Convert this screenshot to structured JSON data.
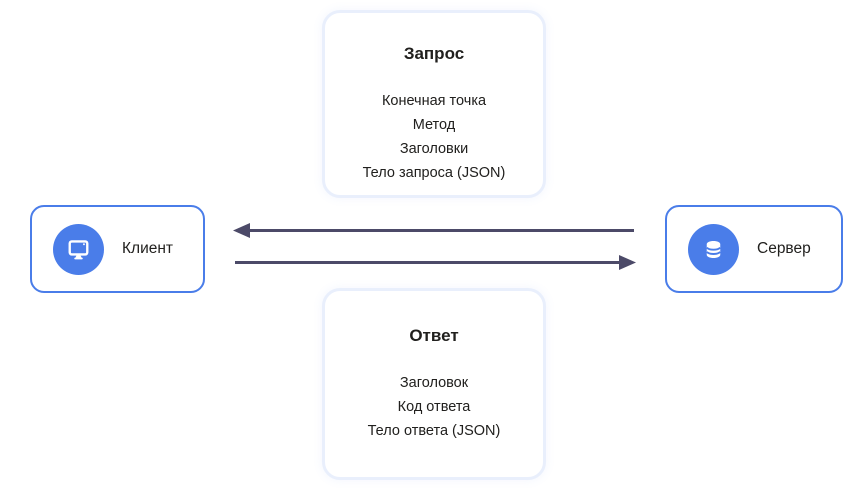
{
  "diagram": {
    "request_card": {
      "title": "Запрос",
      "items": [
        "Конечная точка",
        "Метод",
        "Заголовки",
        "Тело запроса (JSON)"
      ]
    },
    "response_card": {
      "title": "Ответ",
      "items": [
        "Заголовок",
        "Код ответа",
        "Тело ответа (JSON)"
      ]
    },
    "client_node": {
      "label": "Клиент",
      "icon": "monitor-icon"
    },
    "server_node": {
      "label": "Сервер",
      "icon": "database-icon"
    },
    "arrows": {
      "top_direction": "left",
      "bottom_direction": "right"
    },
    "colors": {
      "accent_blue": "#4a7de9",
      "arrow": "#4c4a68",
      "card_border": "#e9effc",
      "text": "#21201e",
      "background": "#ffffff"
    }
  }
}
